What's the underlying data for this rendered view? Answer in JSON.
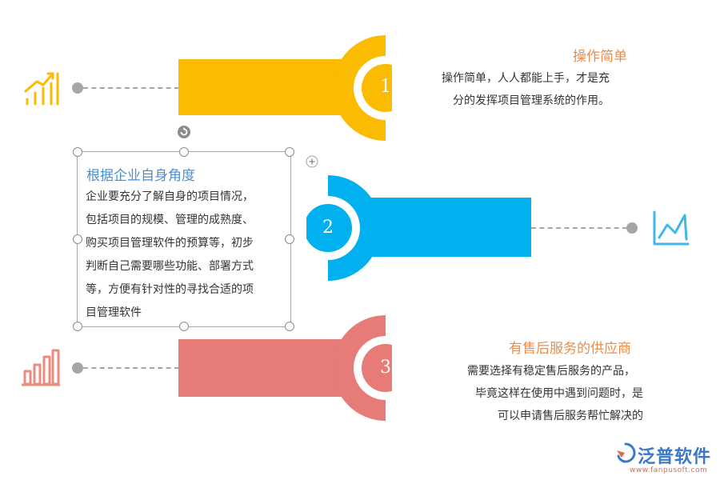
{
  "steps": [
    {
      "number": "1",
      "title": "操作简单",
      "lines": [
        "操作简单，人人都能上手，才是充",
        "分的发挥项目管理系统的作用。"
      ],
      "color": "#fbbb00",
      "icon": "bar-chart-rising-icon"
    },
    {
      "number": "2",
      "title": "根据企业自身角度",
      "lines": [
        "企业要充分了解自身的项目情况，",
        "包括项目的规模、管理的成熟度、",
        "购买项目管理软件的预算等，初步",
        "判断自己需要哪些功能、部署方式",
        "等，方便有针对性的寻找合适的项",
        "目管理软件"
      ],
      "color": "#00b0ef",
      "icon": "line-chart-icon"
    },
    {
      "number": "3",
      "title": "有售后服务的供应商",
      "lines": [
        "需要选择有稳定售后服务的产品，",
        "毕竟这样在使用中遇到问题时，是",
        "可以申请售后服务帮忙解决的"
      ],
      "color": "#e77b78",
      "icon": "bar-chart-icon"
    }
  ],
  "logo": {
    "name": "泛普软件",
    "url": "www.fanpusoft.com"
  }
}
